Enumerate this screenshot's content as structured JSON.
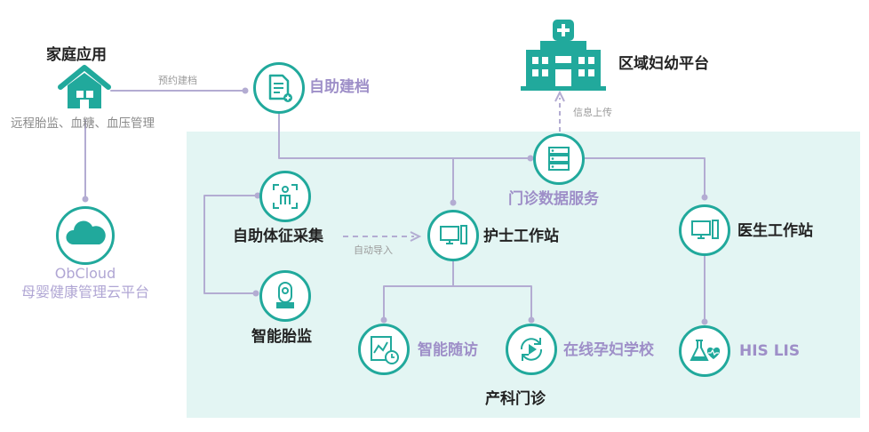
{
  "home": {
    "title": "家庭应用",
    "subtitle": "远程胎监、血糖、血压管理"
  },
  "cloud": {
    "line1": "ObCloud",
    "line2": "母婴健康管理云平台"
  },
  "nodes": {
    "self_archive": "自助建档",
    "regional": "区域妇幼平台",
    "data_service": "门诊数据服务",
    "vital_signs": "自助体征采集",
    "fetal_monitor": "智能胎监",
    "nurse_station": "护士工作站",
    "doctor_station": "医生工作站",
    "followup": "智能随访",
    "school": "在线孕妇学校",
    "his_lis": "HIS LIS",
    "clinic": "产科门诊"
  },
  "edges": {
    "booking": "预约建档",
    "upload": "信息上传",
    "auto_import": "自动导入"
  },
  "colors": {
    "teal": "#21a99c",
    "light_bg": "#e3f5f3",
    "purple": "#9e8fc8",
    "line": "#b3acd2",
    "dark": "#222222"
  }
}
